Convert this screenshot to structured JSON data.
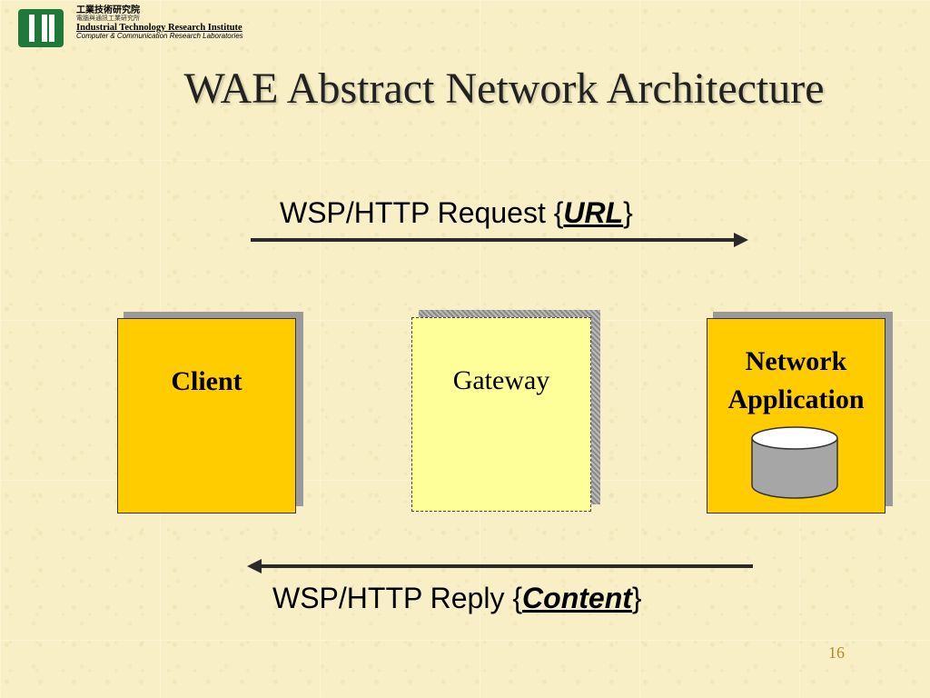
{
  "header": {
    "org_cn": "工業技術研究院",
    "lab_cn": "電腦與通訊工業研究所",
    "org_en": "Industrial Technology Research Institute",
    "lab_en": "Computer & Communication Research Laboratories"
  },
  "title": "WAE Abstract Network Architecture",
  "request": {
    "prefix": "WSP/HTTP Request {",
    "emphasis": "URL",
    "suffix": "}"
  },
  "reply": {
    "prefix": "WSP/HTTP Reply {",
    "emphasis": "Content",
    "suffix": "}"
  },
  "nodes": {
    "client": "Client",
    "gateway": "Gateway",
    "network_app_line1": "Network",
    "network_app_line2": "Application"
  },
  "colors": {
    "background": "#f8efc6",
    "client_fill": "#ffcc00",
    "gateway_fill": "#ffff99",
    "network_app_fill": "#ffcc00",
    "database_fill": "#a6a6a6",
    "logo_green": "#1f7a3a",
    "page_number": "#b08a2a"
  },
  "icons": {
    "logo": "itri-logo-icon",
    "database": "database-icon"
  },
  "page_number": "16"
}
